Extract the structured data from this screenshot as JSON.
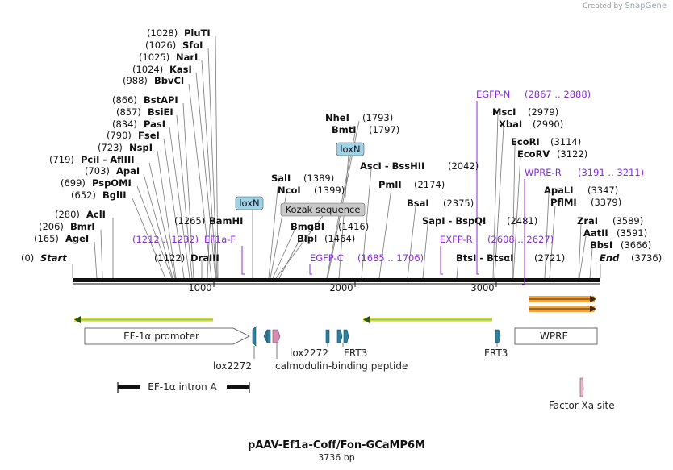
{
  "credit": {
    "prefix": "Created by",
    "brand": "SnapGene"
  },
  "plasmid": {
    "name": "pAAV-Ef1a-Coff/Fon-GCaMP6M",
    "length_label": "3736 bp"
  },
  "scale_ticks": [
    "1000",
    "2000",
    "3000"
  ],
  "sites": [
    {
      "name": "PluTI",
      "pos": "(1028)"
    },
    {
      "name": "SfoI",
      "pos": "(1026)"
    },
    {
      "name": "NarI",
      "pos": "(1025)"
    },
    {
      "name": "KasI",
      "pos": "(1024)"
    },
    {
      "name": "BbvCI",
      "pos": "(988)"
    },
    {
      "name": "BstAPI",
      "pos": "(866)"
    },
    {
      "name": "BsiEI",
      "pos": "(857)"
    },
    {
      "name": "PasI",
      "pos": "(834)"
    },
    {
      "name": "FseI",
      "pos": "(790)"
    },
    {
      "name": "NspI",
      "pos": "(723)"
    },
    {
      "name": "PciI  -  AflIII",
      "pos": "(719)"
    },
    {
      "name": "ApaI",
      "pos": "(703)"
    },
    {
      "name": "PspOMI",
      "pos": "(699)"
    },
    {
      "name": "BglII",
      "pos": "(652)"
    },
    {
      "name": "AclI",
      "pos": "(280)"
    },
    {
      "name": "BmrI",
      "pos": "(206)"
    },
    {
      "name": "AgeI",
      "pos": "(165)"
    },
    {
      "name": "BamHI",
      "pos": "(1265)"
    },
    {
      "name": "DraIII",
      "pos": "(1122)"
    },
    {
      "name": "NheI",
      "pos": "(1793)"
    },
    {
      "name": "BmtI",
      "pos": "(1797)"
    },
    {
      "name": "SalI",
      "pos": "(1389)"
    },
    {
      "name": "NcoI",
      "pos": "(1399)"
    },
    {
      "name": "BmgBI",
      "pos": "(1416)"
    },
    {
      "name": "BlpI",
      "pos": "(1464)"
    },
    {
      "name": "AscI  -  BssHII",
      "pos": "(2042)"
    },
    {
      "name": "PmlI",
      "pos": "(2174)"
    },
    {
      "name": "BsaI",
      "pos": "(2375)"
    },
    {
      "name": "SapI  -  BspQI",
      "pos": "(2481)"
    },
    {
      "name": "BtsI  -  BtsαI",
      "pos": "(2721)"
    },
    {
      "name": "MscI",
      "pos": "(2979)"
    },
    {
      "name": "XbaI",
      "pos": "(2990)"
    },
    {
      "name": "EcoRI",
      "pos": "(3114)"
    },
    {
      "name": "EcoRV",
      "pos": "(3122)"
    },
    {
      "name": "ApaLI",
      "pos": "(3347)"
    },
    {
      "name": "PflMI",
      "pos": "(3379)"
    },
    {
      "name": "ZraI",
      "pos": "(3589)"
    },
    {
      "name": "AatII",
      "pos": "(3591)"
    },
    {
      "name": "BbsI",
      "pos": "(3666)"
    }
  ],
  "ends": {
    "start_label": "Start",
    "start_pos": "(0)",
    "end_label": "End",
    "end_pos": "(3736)"
  },
  "primers": [
    {
      "name": "EF1a-F",
      "range": "(1212 .. 1232)"
    },
    {
      "name": "EGFP-C",
      "range": "(1685 .. 1706)"
    },
    {
      "name": "EXFP-R",
      "range": "(2608 .. 2627)"
    },
    {
      "name": "EGFP-N",
      "range": "(2867 .. 2888)"
    },
    {
      "name": "WPRE-R",
      "range": "(3191 .. 3211)"
    }
  ],
  "boxed_labels": [
    "loxN",
    "loxN",
    "Kozak sequence"
  ],
  "features": {
    "ef1a_promoter": "EF-1α promoter",
    "wpre": "WPRE",
    "lox2272_a": "lox2272",
    "lox2272_b": "lox2272",
    "cbp": "calmodulin-binding peptide",
    "frt3_a": "FRT3",
    "frt3_b": "FRT3",
    "ef1a_intron": "EF-1α intron A",
    "factor_xa": "Factor Xa site"
  },
  "colors": {
    "primer": "#8a2be2",
    "orf_arrow": "#8fd14f",
    "promoter_fill": "#ffffff",
    "lox": "#2f7f9f",
    "cbp": "#d48fb0",
    "box_blue": "#9fd3ea",
    "box_gray": "#c8c8c8",
    "orange_arrow": "#f2a43a"
  }
}
